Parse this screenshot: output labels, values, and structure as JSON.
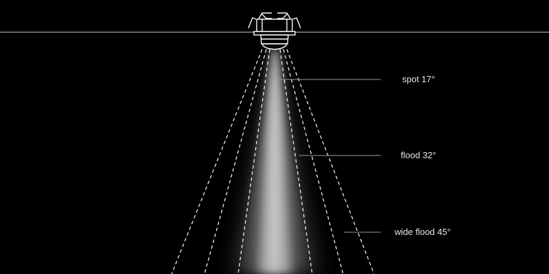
{
  "colors": {
    "background": "#000000",
    "line": "#ffffff",
    "leader_line": "#9a9a9a",
    "label_text": "#e6e6e6"
  },
  "beams": {
    "spot": {
      "label": "spot 17°",
      "angle_deg": 17
    },
    "flood": {
      "label": "flood 32°",
      "angle_deg": 32
    },
    "wide_flood": {
      "label": "wide flood 45°",
      "angle_deg": 45
    }
  }
}
